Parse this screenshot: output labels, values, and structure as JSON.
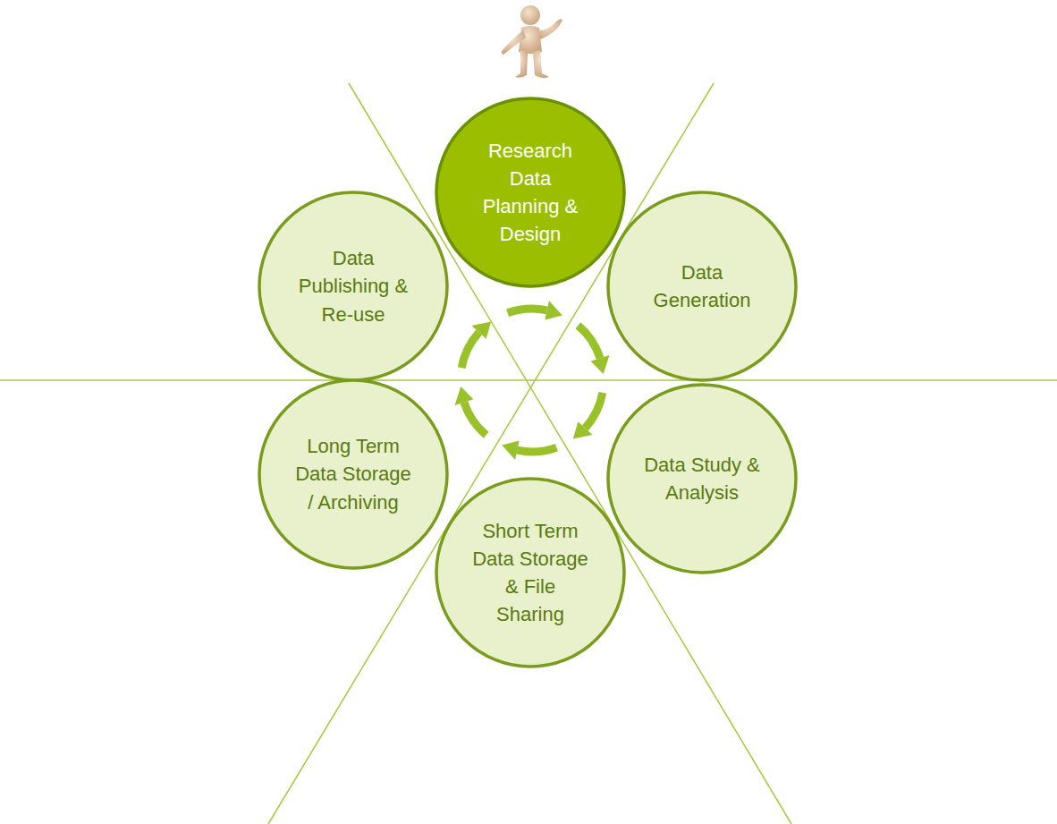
{
  "diagram": {
    "nodes": [
      {
        "text": [
          "Research Data Planning & Design"
        ]
      },
      {
        "text": [
          "Data Publishing & Re-use"
        ]
      },
      {
        "text": [
          "Data Generation"
        ]
      },
      {
        "text": [
          "Long Term Data Storage / Archiving"
        ]
      },
      {
        "text": [
          "Data Study & Analysis"
        ]
      },
      {
        "text": [
          "Short Term Data Storage & File Sharing"
        ]
      }
    ]
  }
}
